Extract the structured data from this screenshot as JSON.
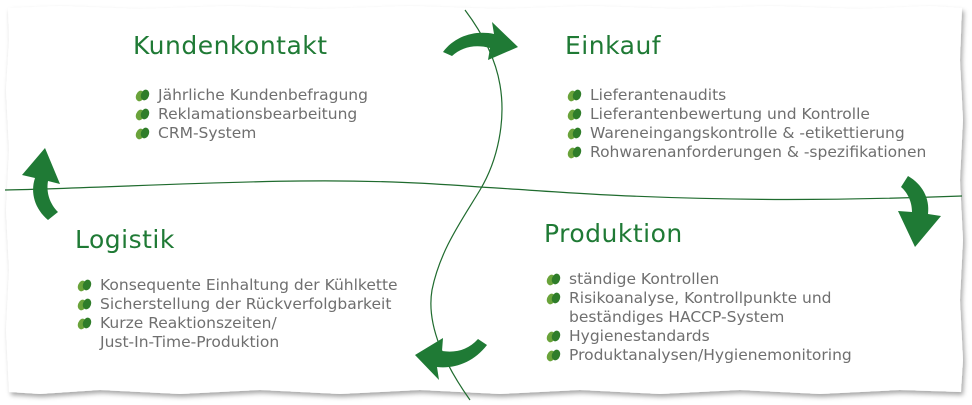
{
  "colors": {
    "heading": "#1f7a35",
    "arrow": "#1f7a35",
    "text": "#6f6f6f",
    "line": "#1f6b2e"
  },
  "quadrants": {
    "kundenkontakt": {
      "title": "Kundenkontakt",
      "items": [
        "Jährliche Kundenbefragung",
        "Reklamationsbearbeitung",
        "CRM-System"
      ]
    },
    "einkauf": {
      "title": "Einkauf",
      "items": [
        "Lieferantenaudits",
        "Lieferantenbewertung und Kontrolle",
        "Wareneingangskontrolle & -etikettierung",
        "Rohwarenanforderungen & -spezifikationen"
      ]
    },
    "logistik": {
      "title": "Logistik",
      "items": [
        "Konsequente Einhaltung der Kühlkette",
        "Sicherstellung der Rückverfolgbarkeit",
        "Kurze Reaktionszeiten/",
        "Just-In-Time-Produktion"
      ]
    },
    "produktion": {
      "title": "Produktion",
      "items": [
        "ständige Kontrollen",
        "Risikoanalyse, Kontrollpunkte und",
        "beständiges HACCP-System",
        "Hygienestandards",
        "Produktanalysen/Hygienemonitoring"
      ]
    }
  }
}
